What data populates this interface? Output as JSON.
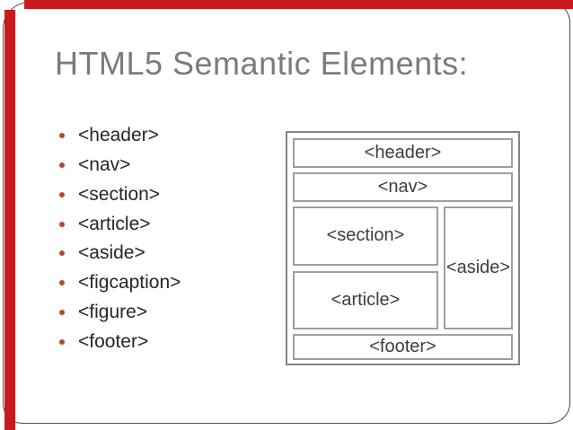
{
  "slide": {
    "title": "HTML5 Semantic Elements:",
    "colors": {
      "accent_bar": "#cb1a1d",
      "bullet_dot": "#b4482d",
      "title_text": "#7b7b78",
      "body_text": "#262626",
      "outline_border": "#4e4e4e",
      "diagram_border": "#9e9e9e"
    },
    "list": {
      "items": [
        "<header>",
        "<nav>",
        "<section>",
        "<article>",
        "<aside>",
        "<figcaption>",
        "<figure>",
        "<footer>"
      ]
    },
    "diagram": {
      "boxes": {
        "header": "<header>",
        "nav": "<nav>",
        "section": "<section>",
        "aside": "<aside>",
        "article": "<article>",
        "footer": "<footer>"
      }
    }
  }
}
